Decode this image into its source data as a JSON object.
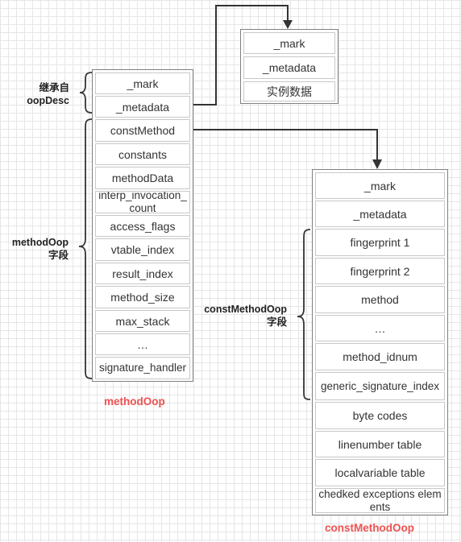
{
  "instance": {
    "fields": [
      "_mark",
      "_metadata",
      "实例数据"
    ]
  },
  "method_oop": {
    "title": "methodOop",
    "fields": [
      "_mark",
      "_metadata",
      "constMethod",
      "constants",
      "methodData",
      "interp_invocation_count",
      "access_flags",
      "vtable_index",
      "result_index",
      "method_size",
      "max_stack",
      "…",
      "signature_handler"
    ],
    "label_inherited": [
      "继承自",
      "oopDesc"
    ],
    "label_fields": [
      "methodOop",
      "字段"
    ]
  },
  "const_method_oop": {
    "title": "constMethodOop",
    "fields": [
      "_mark",
      "_metadata",
      "fingerprint 1",
      "fingerprint 2",
      "method",
      "…",
      "method_idnum",
      "generic_signature_index",
      "byte codes",
      "linenumber table",
      "localvariable table",
      "chedked exceptions elements"
    ],
    "label_fields": [
      "constMethodOop",
      "字段"
    ]
  },
  "colors": {
    "title": "#f05050",
    "arrow": "#333333",
    "border": "#808080",
    "grid": "#e6e6e6"
  }
}
